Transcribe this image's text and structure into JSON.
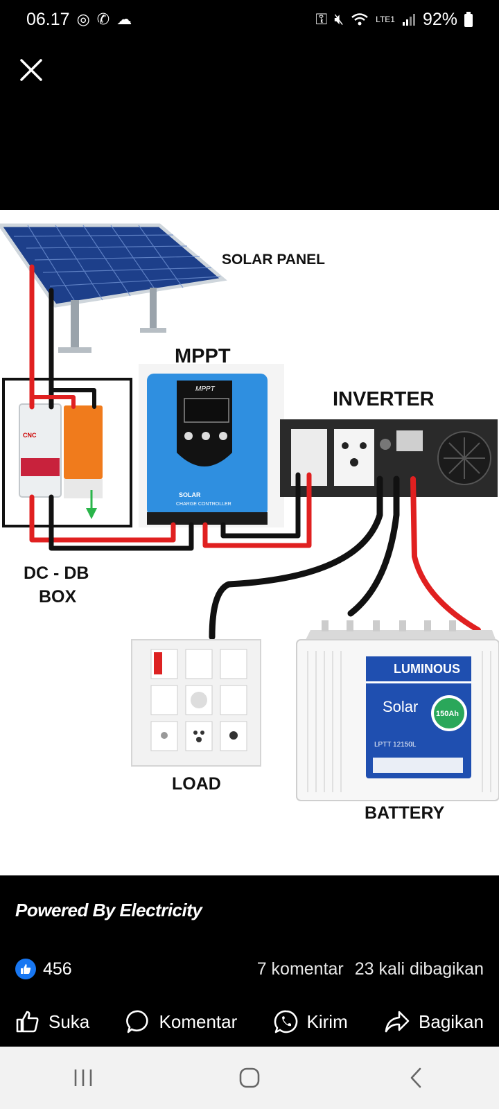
{
  "status_bar": {
    "time": "06.17",
    "battery": "92%",
    "network": "LTE1",
    "icons_left": [
      "chrome-icon",
      "whatsapp-icon",
      "cloud-icon"
    ],
    "icons_right": [
      "key-icon",
      "mute-icon",
      "wifi-icon",
      "signal-icon",
      "battery-icon"
    ]
  },
  "viewer": {
    "close_icon": "close-icon"
  },
  "diagram": {
    "labels": {
      "solar_panel": "SOLAR PANEL",
      "mppt": "MPPT",
      "inverter": "INVERTER",
      "dc_db": "DC - DB",
      "box": "BOX",
      "load": "LOAD",
      "battery": "BATTERY"
    },
    "device_text": {
      "mppt_top": "MPPT",
      "mppt_brand": "SOLAR",
      "mppt_sub": "CHARGE CONTROLLER",
      "breaker_brand": "CNC",
      "battery_brand": "LUMINOUS",
      "battery_solar": "Solar",
      "battery_capacity": "150Ah",
      "battery_model": "LPTT 12150L"
    },
    "colors": {
      "wire_positive": "#e02020",
      "wire_negative": "#111111",
      "mppt_body": "#2f8fe0",
      "battery_label": "#1f4fb0"
    }
  },
  "post": {
    "caption": "Powered By Electricity",
    "like_count": "456",
    "comments": "7 komentar",
    "shares": "23 kali dibagikan"
  },
  "actions": {
    "like": "Suka",
    "comment": "Komentar",
    "send": "Kirim",
    "share": "Bagikan"
  },
  "nav": [
    "recent-apps-icon",
    "home-icon",
    "back-icon"
  ]
}
